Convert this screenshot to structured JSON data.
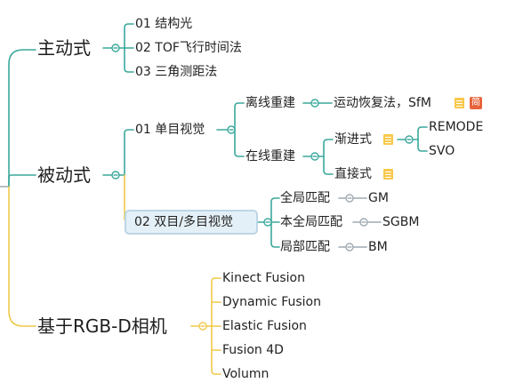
{
  "colors": {
    "teal": "#3aa89c",
    "gray": "#9eaab2",
    "yellow": "#f0c94a",
    "selected_bg": "#e4f0f7"
  },
  "branches": {
    "active": {
      "label": "主动式",
      "items": [
        "01 结构光",
        "02 TOF飞行时间法",
        "03 三角测距法"
      ]
    },
    "passive": {
      "label": "被动式",
      "mono": {
        "label": "01 单目视觉",
        "offline": {
          "label": "离线重建",
          "child": "运动恢复法，SfM"
        },
        "online": {
          "label": "在线重建",
          "progressive": {
            "label": "渐进式",
            "items": [
              "REMODE",
              "SVO"
            ]
          },
          "direct": "直接式"
        }
      },
      "stereo": {
        "label": "02 双目/多目视觉",
        "items": [
          {
            "label": "全局匹配",
            "value": "GM"
          },
          {
            "label": "本全局匹配",
            "value": "SGBM"
          },
          {
            "label": "局部匹配",
            "value": "BM"
          }
        ]
      }
    },
    "rgbd": {
      "label": "基于RGB-D相机",
      "items": [
        "Kinect Fusion",
        "Dynamic Fusion",
        "Elastic Fusion",
        "Fusion 4D",
        "Volumn"
      ]
    }
  },
  "icons": {
    "note": "note-icon",
    "simplified": "简"
  }
}
